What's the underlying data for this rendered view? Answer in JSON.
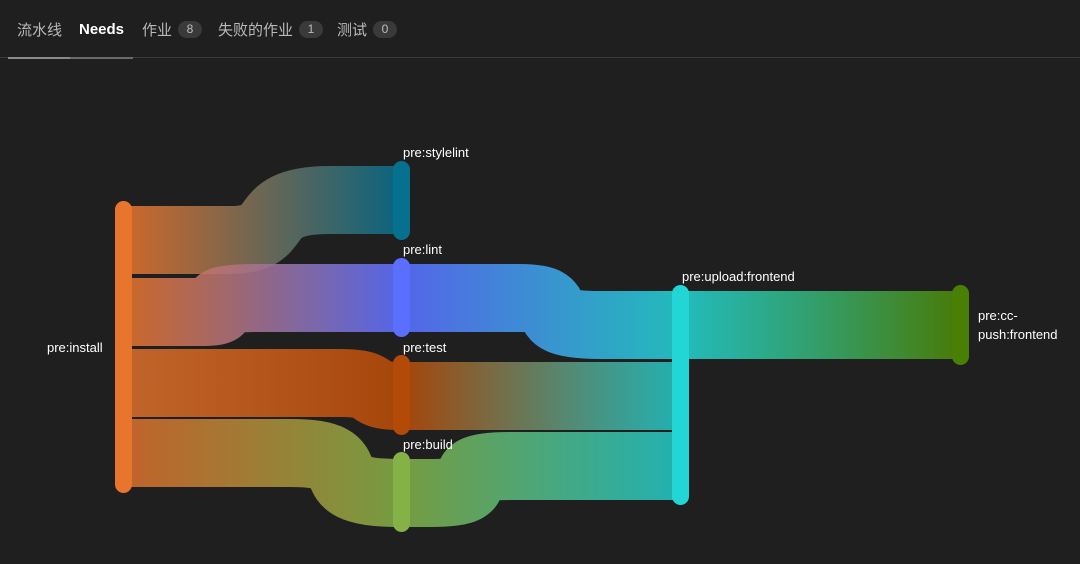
{
  "tabs": [
    {
      "label": "流水线",
      "badge": null,
      "active": false
    },
    {
      "label": "Needs",
      "badge": null,
      "active": true
    },
    {
      "label": "作业",
      "badge": "8",
      "active": false
    },
    {
      "label": "失败的作业",
      "badge": "1",
      "active": false
    },
    {
      "label": "测试",
      "badge": "0",
      "active": false
    }
  ],
  "jobs": {
    "install": {
      "label": "pre:install",
      "color": "#e8752e"
    },
    "stylelint": {
      "label": "pre:stylelint",
      "color": "#06708f"
    },
    "lint": {
      "label": "pre:lint",
      "color": "#5a6eff"
    },
    "test": {
      "label": "pre:test",
      "color": "#b44a08"
    },
    "build": {
      "label": "pre:build",
      "color": "#84b247"
    },
    "upload": {
      "label": "pre:upload:frontend",
      "color": "#23d6d6"
    },
    "cc": {
      "label_line1": "pre:cc-",
      "label_line2": "push:frontend",
      "color": "#4a7f05"
    }
  }
}
